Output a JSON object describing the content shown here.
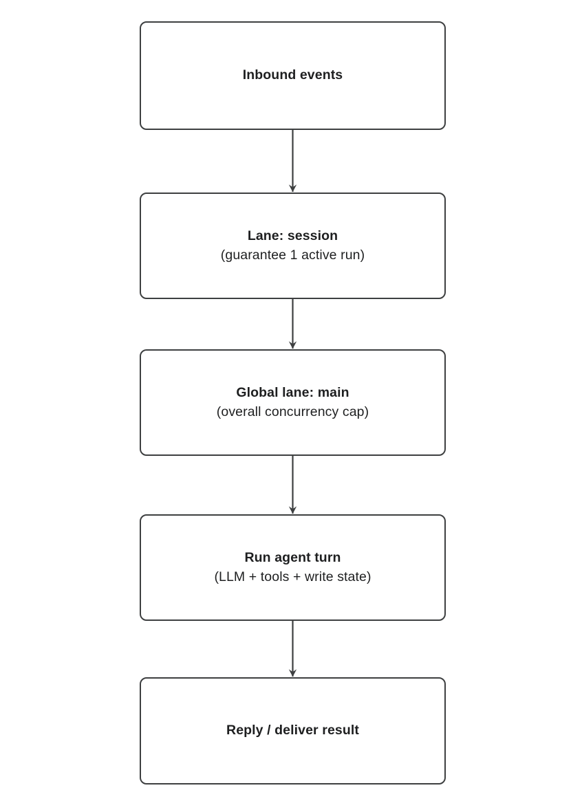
{
  "diagram": {
    "type": "flowchart",
    "orientation": "top-to-bottom",
    "background_color": "#ffffff",
    "node_border_color": "#3d3f40",
    "node_fill_color": "#ffffff",
    "text_color": "#1e1f20",
    "edge_color": "#3d3f40",
    "nodes": [
      {
        "id": "inbound-events",
        "title": "Inbound events",
        "subtitle": ""
      },
      {
        "id": "lane-session",
        "title": "Lane: session",
        "subtitle": "(guarantee 1 active run)"
      },
      {
        "id": "global-lane-main",
        "title": "Global lane: main",
        "subtitle": "(overall concurrency cap)"
      },
      {
        "id": "run-agent-turn",
        "title": "Run agent turn",
        "subtitle": "(LLM + tools + write state)"
      },
      {
        "id": "reply-deliver",
        "title": "Reply / deliver result",
        "subtitle": ""
      }
    ],
    "edges": [
      {
        "from": "inbound-events",
        "to": "lane-session",
        "label": "",
        "arrowhead": "filled-v"
      },
      {
        "from": "lane-session",
        "to": "global-lane-main",
        "label": "",
        "arrowhead": "filled-v"
      },
      {
        "from": "global-lane-main",
        "to": "run-agent-turn",
        "label": "",
        "arrowhead": "filled-v"
      },
      {
        "from": "run-agent-turn",
        "to": "reply-deliver",
        "label": "",
        "arrowhead": "filled-v"
      }
    ]
  }
}
